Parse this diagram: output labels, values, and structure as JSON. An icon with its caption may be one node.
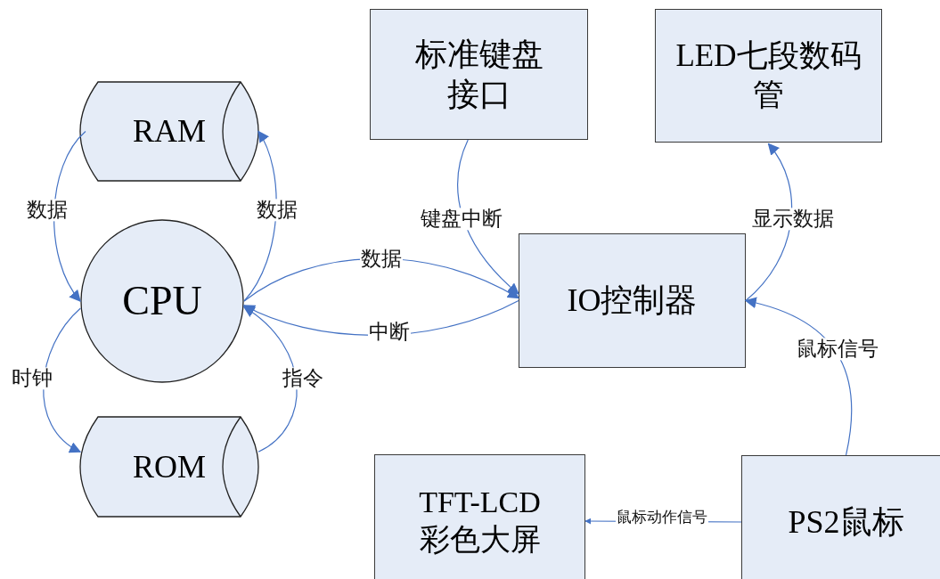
{
  "diagram": {
    "nodes": [
      {
        "text": [
          "RAM"
        ]
      },
      {
        "text": [
          "CPU"
        ]
      },
      {
        "text": [
          "ROM"
        ]
      },
      {
        "text": [
          "标准键盘接口"
        ]
      },
      {
        "text": [
          "LED七段数码管"
        ]
      },
      {
        "text": [
          "IO控制器"
        ]
      },
      {
        "text": [
          "TFT-LCD 彩色大屏"
        ]
      },
      {
        "text": [
          "PS2鼠标"
        ]
      }
    ],
    "edges": [
      {
        "from": 0,
        "to": 1,
        "arrow": "to",
        "label": "数据"
      },
      {
        "from": 1,
        "to": 0,
        "arrow": "to",
        "label": "数据"
      },
      {
        "from": 1,
        "to": 2,
        "arrow": "to",
        "label": "时钟"
      },
      {
        "from": 2,
        "to": 1,
        "arrow": "to",
        "label": "指令"
      },
      {
        "from": 1,
        "to": 5,
        "arrow": "to",
        "label": "数据"
      },
      {
        "from": 5,
        "to": 1,
        "arrow": "to",
        "label": "中断"
      },
      {
        "from": 3,
        "to": 5,
        "arrow": "to",
        "label": "键盘中断"
      },
      {
        "from": 5,
        "to": 4,
        "arrow": "to",
        "label": "显示数据"
      },
      {
        "from": 7,
        "to": 5,
        "arrow": "to",
        "label": "鼠标信号"
      },
      {
        "from": 7,
        "to": 6,
        "arrow": "to",
        "label": "鼠标动作信号"
      }
    ]
  }
}
